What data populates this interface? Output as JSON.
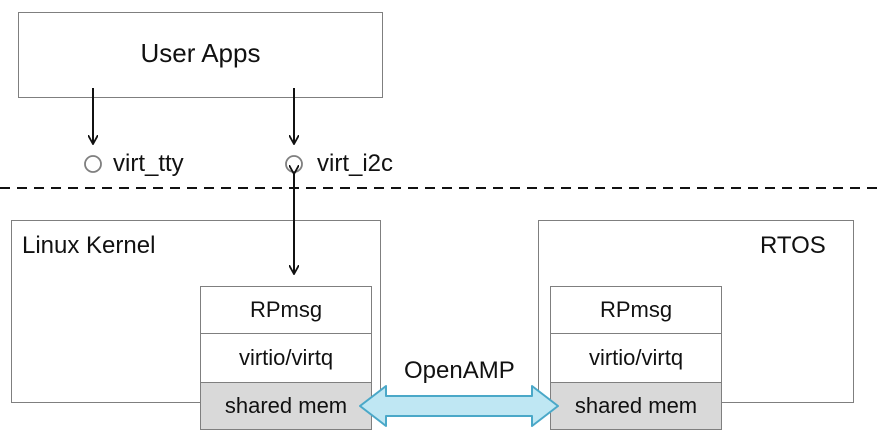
{
  "user_apps": {
    "label": "User Apps"
  },
  "interfaces": {
    "tty": "virt_tty",
    "i2c": "virt_i2c"
  },
  "linux": {
    "label": "Linux Kernel",
    "stack": [
      "RPmsg",
      "virtio/virtq",
      "shared mem"
    ]
  },
  "rtos": {
    "label": "RTOS",
    "stack": [
      "RPmsg",
      "virtio/virtq",
      "shared mem"
    ]
  },
  "link": {
    "label": "OpenAMP"
  },
  "colors": {
    "box_border": "#7f7f7f",
    "shared_mem_fill": "#d9d9d9",
    "openamp_arrow_fill": "#bfe7f3",
    "openamp_arrow_stroke": "#4aa8c8"
  }
}
